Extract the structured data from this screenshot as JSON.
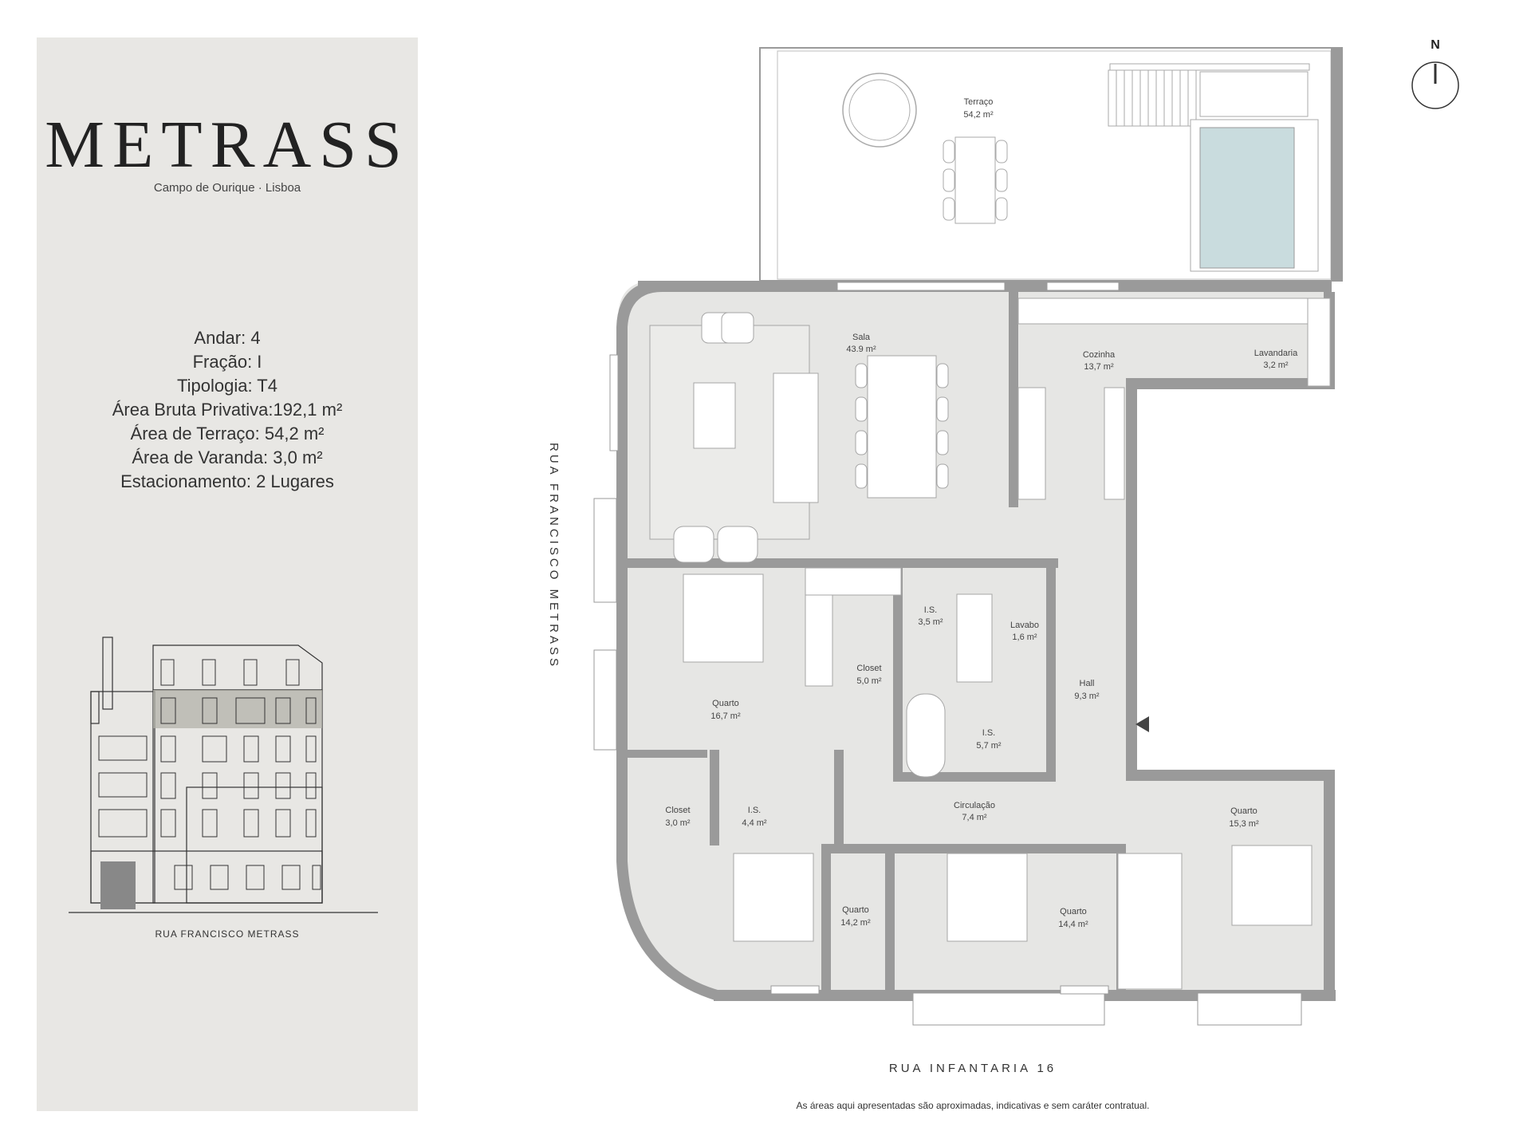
{
  "brand": {
    "name": "METRASS",
    "subtitle": "Campo de Ourique · Lisboa"
  },
  "specs": [
    {
      "label": "Andar: 4"
    },
    {
      "label": "Fração: I"
    },
    {
      "label": "Tipologia: T4"
    },
    {
      "label": "Área Bruta Privativa:192,1 m²"
    },
    {
      "label": "Área de Terraço: 54,2 m²"
    },
    {
      "label": "Área de Varanda: 3,0 m²"
    },
    {
      "label": "Estacionamento: 2 Lugares"
    }
  ],
  "facade_caption": "RUA FRANCISCO METRASS",
  "compass": {
    "label": "N"
  },
  "rooms": [
    {
      "name": "Terraço",
      "area": "54,2 m²"
    },
    {
      "name": "Sala",
      "area": "43.9 m²"
    },
    {
      "name": "Cozinha",
      "area": "13,7 m²"
    },
    {
      "name": "Lavandaria",
      "area": "3,2 m²"
    },
    {
      "name": "I.S.",
      "area": "3,5 m²"
    },
    {
      "name": "Lavabo",
      "area": "1,6 m²"
    },
    {
      "name": "Closet",
      "area": "5,0 m²"
    },
    {
      "name": "Hall",
      "area": "9,3 m²"
    },
    {
      "name": "Quarto",
      "area": "16,7 m²"
    },
    {
      "name": "I.S.",
      "area": "5,7 m²"
    },
    {
      "name": "Closet",
      "area": "3,0 m²"
    },
    {
      "name": "I.S.",
      "area": "4,4 m²"
    },
    {
      "name": "Circulação",
      "area": "7,4 m²"
    },
    {
      "name": "Quarto",
      "area": "15,3 m²"
    },
    {
      "name": "Quarto",
      "area": "14,2 m²"
    },
    {
      "name": "Quarto",
      "area": "14,4 m²"
    }
  ],
  "streets": {
    "west": "RUA FRANCISCO METRASS",
    "south": "RUA INFANTARIA 16"
  },
  "disclaimer": "As áreas aqui apresentadas são aproximadas, indicativas e sem caráter contratual.",
  "colors": {
    "sidebar_bg": "#e8e7e4",
    "wall": "#9a9a9a",
    "floor": "#e6e6e4",
    "pool": "#c9dcde"
  }
}
